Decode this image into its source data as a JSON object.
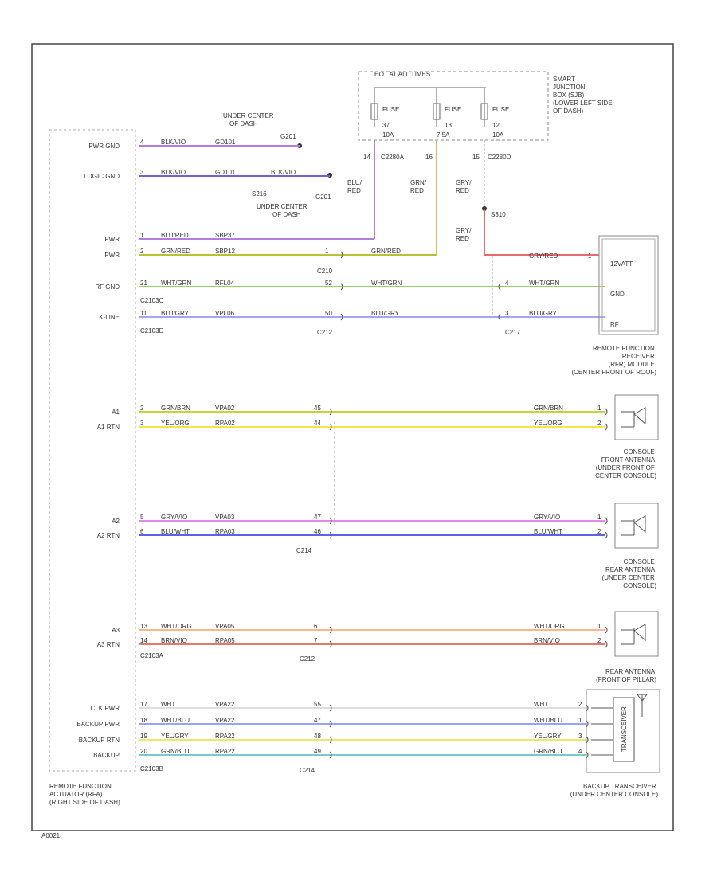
{
  "colors": {
    "purple": "#b57be0",
    "violet": "#7a5cd6",
    "yellow_green": "#b5c233",
    "green": "#9ccc65",
    "periwinkle": "#9fa8f0",
    "olive_yellow": "#c8d23a",
    "yellow": "#f3e44a",
    "magenta": "#e28ae8",
    "blue": "#5b63e8",
    "peach": "#f4b98c",
    "red": "#e07a6a",
    "light_gray": "#dddddd",
    "light_blue": "#9aa4f0",
    "light_yellow": "#f0e46a",
    "teal": "#7fc8c8",
    "orange": "#e0b46a",
    "pink_red": "#e56c6c"
  },
  "fuse_box": {
    "title": "HOT AT ALL TIMES",
    "label": "SMART\nJUNCTION\nBOX (SJB)\n(LOWER LEFT SIDE\nOF DASH)",
    "fuses": [
      {
        "name": "FUSE",
        "num": "37",
        "rating": "10A"
      },
      {
        "name": "FUSE",
        "num": "13",
        "rating": "7.5A"
      },
      {
        "name": "FUSE",
        "num": "12",
        "rating": "10A"
      }
    ],
    "pins": [
      "14",
      "16",
      "15"
    ],
    "connectors": [
      "C2280A",
      "C2280D"
    ]
  },
  "module": {
    "label": "REMOTE FUNCTION\nACTUATOR (RFA)\n(RIGHT SIDE OF DASH)",
    "connectors": [
      "C2103C",
      "C2103D",
      "C2103A",
      "C2103B"
    ]
  },
  "ground_labels": {
    "under_center": "UNDER CENTER\nOF DASH",
    "g_top": "G201",
    "s216": "S216",
    "g201": "G201",
    "under_center_2": "UNDER CENTER\nOF DASH"
  },
  "splice_s310": "S310",
  "wire_colors_vertical": [
    "BLU/\nRED",
    "GRN/\nRED",
    "GRY/\nRED",
    "GRY/\nRED"
  ],
  "rows": [
    {
      "id": "pwr-gnd",
      "label": "PWR GND",
      "pin": "4",
      "wire": "BLK/VIO",
      "circuit": "GD101"
    },
    {
      "id": "logic-gnd",
      "label": "LOGIC GND",
      "pin": "3",
      "wire": "BLK/VIO",
      "circuit": "GD101",
      "wire2": "BLK/VIO"
    },
    {
      "id": "pwr1",
      "label": "PWR",
      "pin": "1",
      "wire": "BLU/RED",
      "circuit": "SBP37"
    },
    {
      "id": "pwr2",
      "label": "PWR",
      "pin": "2",
      "wire": "GRN/RED",
      "circuit": "SBP12",
      "conn_pin": "1",
      "wire2": "GRN/RED"
    },
    {
      "id": "rf-gnd",
      "label": "RF GND",
      "pin": "21",
      "wire": "WHT/GRN",
      "circuit": "RFL04",
      "conn_pin": "52",
      "wire2": "WHT/GRN",
      "pin_c": "4",
      "wire3": "WHT/GRN"
    },
    {
      "id": "k-line",
      "label": "K-LINE",
      "pin": "11",
      "wire": "BLU/GRY",
      "circuit": "VPL06",
      "conn_pin": "50",
      "wire2": "BLU/GRY",
      "pin_c": "3",
      "wire3": "BLU/GRY"
    },
    {
      "id": "a1",
      "label": "A1",
      "pin": "2",
      "wire": "GRN/BRN",
      "circuit": "VPA02",
      "conn_pin": "45",
      "wire2": "GRN/BRN",
      "end_pin": "1"
    },
    {
      "id": "a1-rtn",
      "label": "A1 RTN",
      "pin": "3",
      "wire": "YEL/ORG",
      "circuit": "RPA02",
      "conn_pin": "44",
      "wire2": "YEL/ORG",
      "end_pin": "2"
    },
    {
      "id": "a2",
      "label": "A2",
      "pin": "5",
      "wire": "GRY/VIO",
      "circuit": "VPA03",
      "conn_pin": "47",
      "wire2": "GRY/VIO",
      "end_pin": "1"
    },
    {
      "id": "a2-rtn",
      "label": "A2 RTN",
      "pin": "6",
      "wire": "BLU/WHT",
      "circuit": "RPA03",
      "conn_pin": "46",
      "wire2": "BLU/WHT",
      "end_pin": "2"
    },
    {
      "id": "a3",
      "label": "A3",
      "pin": "13",
      "wire": "WHT/ORG",
      "circuit": "VPA05",
      "conn_pin": "6",
      "wire2": "WHT/ORG",
      "end_pin": "1"
    },
    {
      "id": "a3-rtn",
      "label": "A3 RTN",
      "pin": "14",
      "wire": "BRN/VIO",
      "circuit": "RPA05",
      "conn_pin": "7",
      "wire2": "BRN/VIO",
      "end_pin": "2"
    },
    {
      "id": "clk-pwr",
      "label": "CLK PWR",
      "pin": "17",
      "wire": "WHT",
      "circuit": "VPA22",
      "conn_pin": "55",
      "wire2": "WHT",
      "end_pin": "2"
    },
    {
      "id": "backup-pwr",
      "label": "BACKUP PWR",
      "pin": "18",
      "wire": "WHT/BLU",
      "circuit": "VPA22",
      "conn_pin": "47",
      "wire2": "WHT/BLU",
      "end_pin": "1"
    },
    {
      "id": "backup-rtn",
      "label": "BACKUP RTN",
      "pin": "19",
      "wire": "YEL/GRY",
      "circuit": "RPA22",
      "conn_pin": "48",
      "wire2": "YEL/GRY",
      "end_pin": "3"
    },
    {
      "id": "backup",
      "label": "BACKUP",
      "pin": "20",
      "wire": "GRN/BLU",
      "circuit": "RPA22",
      "conn_pin": "49",
      "wire2": "GRN/BLU",
      "end_pin": "4"
    }
  ],
  "inline_connectors": {
    "c210": "C210",
    "c212": "C212",
    "c217": "C217",
    "c214": "C214",
    "c2103c": "C2103C",
    "c2103d": "C2103D",
    "c2103a": "C2103A",
    "c2103b": "C2103B",
    "c212b": "C212",
    "c214b": "C214"
  },
  "components": {
    "receiver_label": "REMOTE FUNCTION\nRECEIVER\n(RFR) MODULE\n(CENTER FRONT OF ROOF)",
    "receiver_pins": [
      "12VATT",
      "GND",
      "RF"
    ],
    "receiver_wire_top": "GRY/RED",
    "receiver_pin_top": "1",
    "console_front_label": "CONSOLE\nFRONT ANTENNA\n(UNDER FRONT OF\nCENTER CONSOLE)",
    "console_rear_label": "CONSOLE\nREAR ANTENNA\n(UNDER CENTER\nCONSOLE)",
    "rear_antenna_label": "REAR ANTENNA\n(FRONT OF PILLAR)",
    "backup_label": "BACKUP TRANSCEIVER\n(UNDER CENTER CONSOLE)",
    "backup_inner": "TRANSCEIVER"
  },
  "footer_code": "A0021"
}
